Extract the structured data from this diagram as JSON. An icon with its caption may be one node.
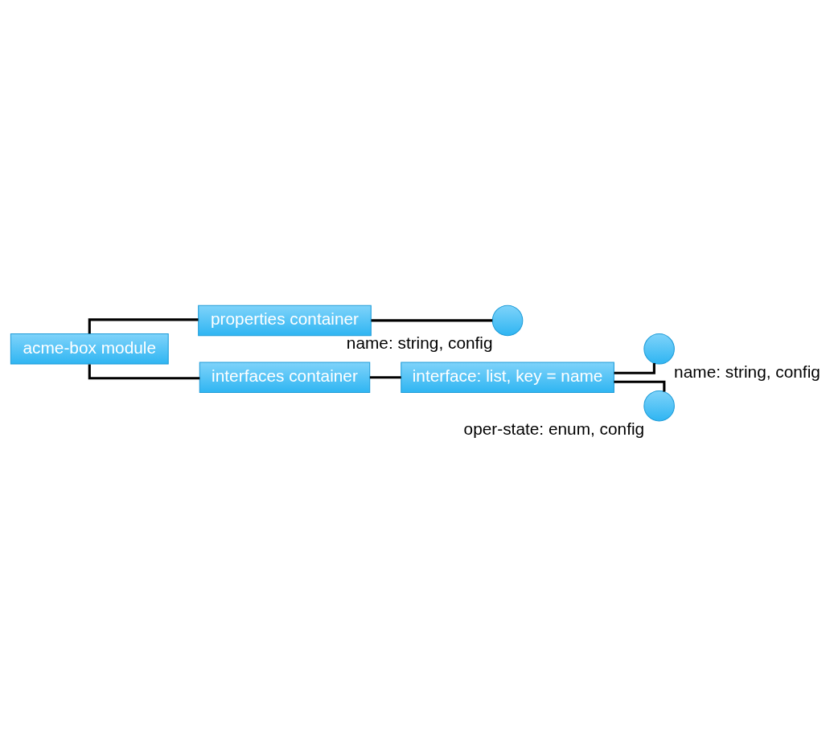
{
  "diagram": {
    "nodes": [
      {
        "text": [
          "acme-box module"
        ]
      },
      {
        "text": [
          "properties container"
        ]
      },
      {
        "text": [],
        "shape": "circle",
        "beside": [
          "name: string, config"
        ]
      },
      {
        "text": [
          "interfaces container"
        ]
      },
      {
        "text": [
          "interface: list, key = name"
        ]
      },
      {
        "text": [],
        "shape": "circle",
        "beside": [
          "name: string, config"
        ]
      },
      {
        "text": [],
        "shape": "circle",
        "beside": [
          "oper-state: enum, config"
        ]
      }
    ],
    "edges": [
      {
        "from": 0,
        "to": 1,
        "arrow": "none"
      },
      {
        "from": 1,
        "to": 2,
        "arrow": "none"
      },
      {
        "from": 0,
        "to": 3,
        "arrow": "none"
      },
      {
        "from": 3,
        "to": 4,
        "arrow": "none"
      },
      {
        "from": 4,
        "to": 5,
        "arrow": "none"
      },
      {
        "from": 4,
        "to": 6,
        "arrow": "none"
      }
    ]
  }
}
